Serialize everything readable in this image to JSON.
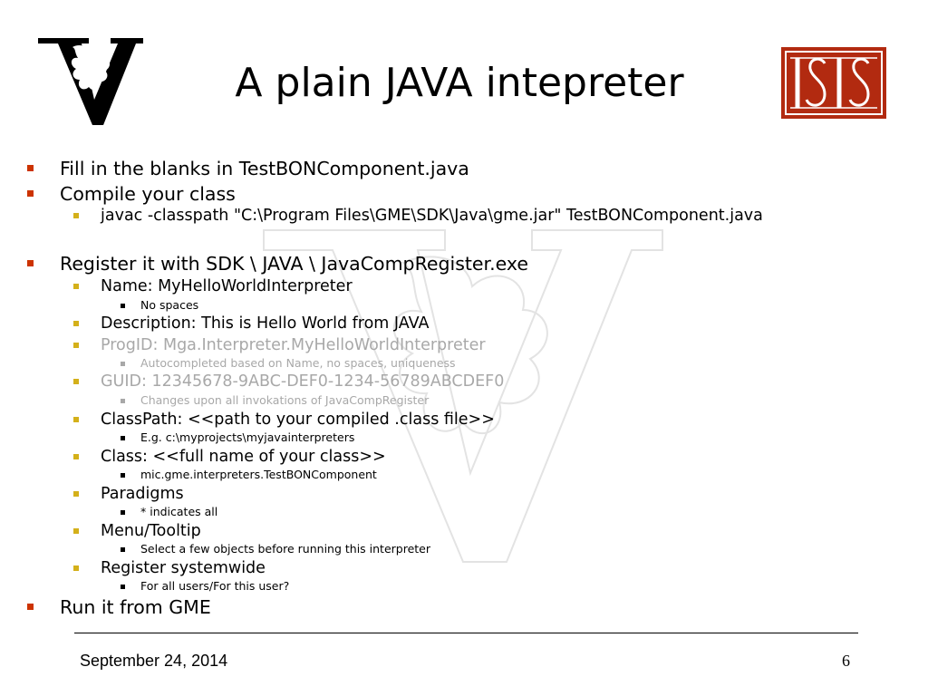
{
  "title": "A plain JAVA intepreter",
  "logos": {
    "left": "vanderbilt-v-logo",
    "right": {
      "name": "isis-logo",
      "text": "ISIS",
      "background": "#b22a10",
      "foreground": "#ffffff"
    },
    "watermark": "vanderbilt-v-watermark"
  },
  "colors": {
    "level1_bullet": "#cc3300",
    "level2_bullet": "#d4b01a",
    "faded_text": "#a8a8a8"
  },
  "bullets": [
    {
      "level": 1,
      "text": "Fill in the blanks in TestBONComponent.java"
    },
    {
      "level": 1,
      "text": "Compile your class"
    },
    {
      "level": 2,
      "text": "javac  -classpath \"C:\\Program Files\\GME\\SDK\\Java\\gme.jar\" TestBONComponent.java"
    },
    {
      "level": 1,
      "text": "Register it with SDK \\ JAVA \\ JavaCompRegister.exe"
    },
    {
      "level": 2,
      "text": "Name: MyHelloWorldInterpreter"
    },
    {
      "level": 3,
      "text": "No spaces"
    },
    {
      "level": 2,
      "text": "Description: This is Hello World from JAVA"
    },
    {
      "level": 2,
      "text": "ProgID: Mga.Interpreter.MyHelloWorldInterpreter",
      "faded": true
    },
    {
      "level": 3,
      "text": "Autocompleted based on Name, no spaces, uniqueness",
      "faded": true
    },
    {
      "level": 2,
      "text": "GUID: 12345678-9ABC-DEF0-1234-56789ABCDEF0",
      "faded": true
    },
    {
      "level": 3,
      "text": "Changes upon all invokations of JavaCompRegister",
      "faded": true
    },
    {
      "level": 2,
      "text": "ClassPath: <<path to your compiled .class file>>"
    },
    {
      "level": 3,
      "text": "E.g. c:\\myprojects\\myjavainterpreters"
    },
    {
      "level": 2,
      "text": "Class: <<full name of your class>>"
    },
    {
      "level": 3,
      "text": "mic.gme.interpreters.TestBONComponent"
    },
    {
      "level": 2,
      "text": "Paradigms"
    },
    {
      "level": 3,
      "text": "* indicates all"
    },
    {
      "level": 2,
      "text": "Menu/Tooltip"
    },
    {
      "level": 3,
      "text": "Select a few objects before running this interpreter"
    },
    {
      "level": 2,
      "text": "Register systemwide"
    },
    {
      "level": 3,
      "text": "For all users/For this user?"
    },
    {
      "level": 1,
      "text": "Run it from GME"
    }
  ],
  "footer": {
    "date": "September 24, 2014",
    "page": "6"
  }
}
